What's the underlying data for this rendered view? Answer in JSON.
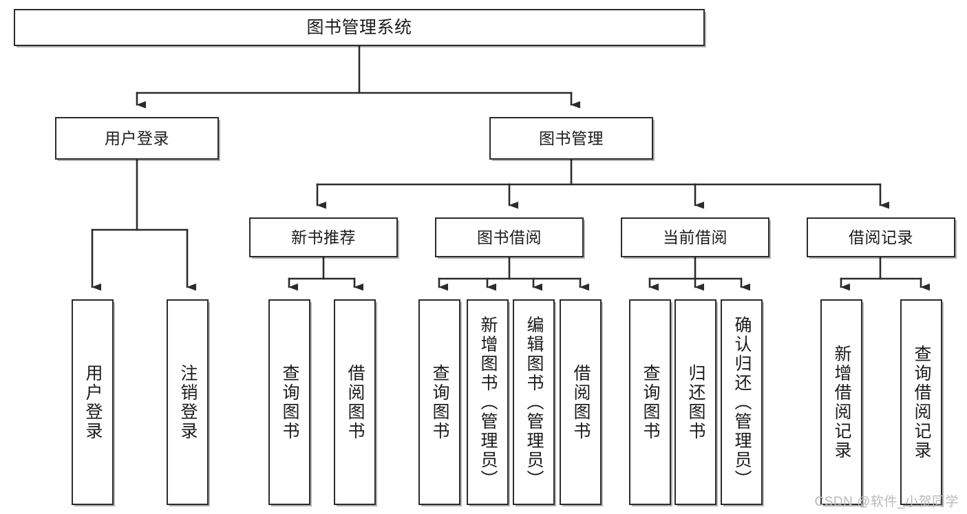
{
  "diagram": {
    "type": "tree",
    "title_node": {
      "label": "图书管理系统"
    },
    "level2": [
      {
        "id": "user-login",
        "label": "用户登录"
      },
      {
        "id": "book-management",
        "label": "图书管理"
      }
    ],
    "level3": [
      {
        "id": "new-book-recommend",
        "label": "新书推荐"
      },
      {
        "id": "book-borrow",
        "label": "图书借阅"
      },
      {
        "id": "current-borrow",
        "label": "当前借阅"
      },
      {
        "id": "borrow-record",
        "label": "借阅记录"
      }
    ],
    "leaves": {
      "user_login": [
        {
          "id": "login",
          "label": "用户登录"
        },
        {
          "id": "logout",
          "label": "注销登录"
        }
      ],
      "new_book_recommend": [
        {
          "id": "query-book",
          "label": "查询图书"
        },
        {
          "id": "borrow-book",
          "label": "借阅图书"
        }
      ],
      "book_borrow": [
        {
          "id": "query-book",
          "label": "查询图书"
        },
        {
          "id": "add-book-admin",
          "label": "新增图书（管理员）"
        },
        {
          "id": "edit-book-admin",
          "label": "编辑图书（管理员）"
        },
        {
          "id": "borrow-book",
          "label": "借阅图书"
        }
      ],
      "current_borrow": [
        {
          "id": "query-book",
          "label": "查询图书"
        },
        {
          "id": "return-book",
          "label": "归还图书"
        },
        {
          "id": "confirm-return-admin",
          "label": "确认归还（管理员）"
        }
      ],
      "borrow_record": [
        {
          "id": "add-borrow-record",
          "label": "新增借阅记录"
        },
        {
          "id": "query-borrow-record",
          "label": "查询借阅记录"
        }
      ]
    }
  },
  "watermark": {
    "text": "CSDN @软件_小贺同学"
  },
  "colors": {
    "border": "#2b2b2b",
    "text": "#1b1b1b",
    "background": "#ffffff",
    "watermark": "#b9b9b9"
  }
}
